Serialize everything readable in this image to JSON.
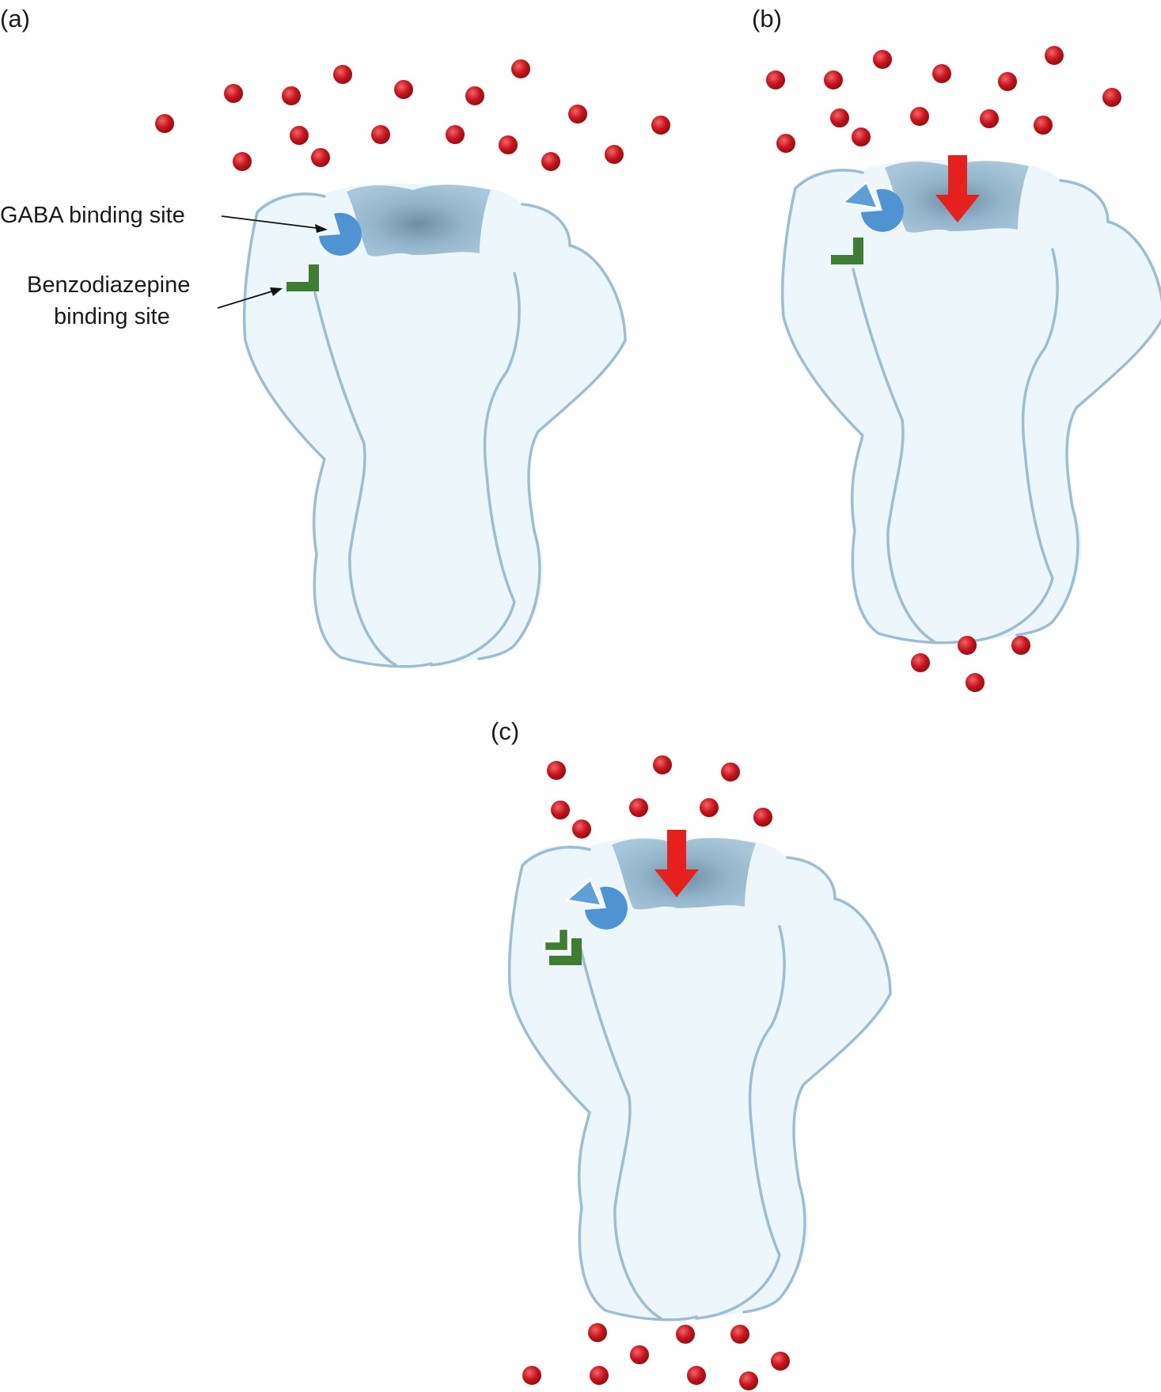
{
  "panels": [
    {
      "id": "a",
      "label": "(a)"
    },
    {
      "id": "b",
      "label": "(b)"
    },
    {
      "id": "c",
      "label": "(c)"
    }
  ],
  "annotations": {
    "gaba_site": "GABA binding site",
    "benzo_site_line1": "Benzodiazepine",
    "benzo_site_line2": "binding site"
  },
  "colors": {
    "gaba_molecule": "#c8141b",
    "receptor_fill": "#edf6fb",
    "receptor_outline": "#9dbdd0",
    "pore": "#7fa3bd",
    "gaba_site": "#4f93d2",
    "benzodiazepine_site": "#3f7d32",
    "flow_arrow": "#e6201c"
  },
  "icons": [
    "red-ion-dot",
    "blue-gaba-site-pie",
    "green-benzodiazepine-site-l",
    "red-flow-arrow"
  ]
}
